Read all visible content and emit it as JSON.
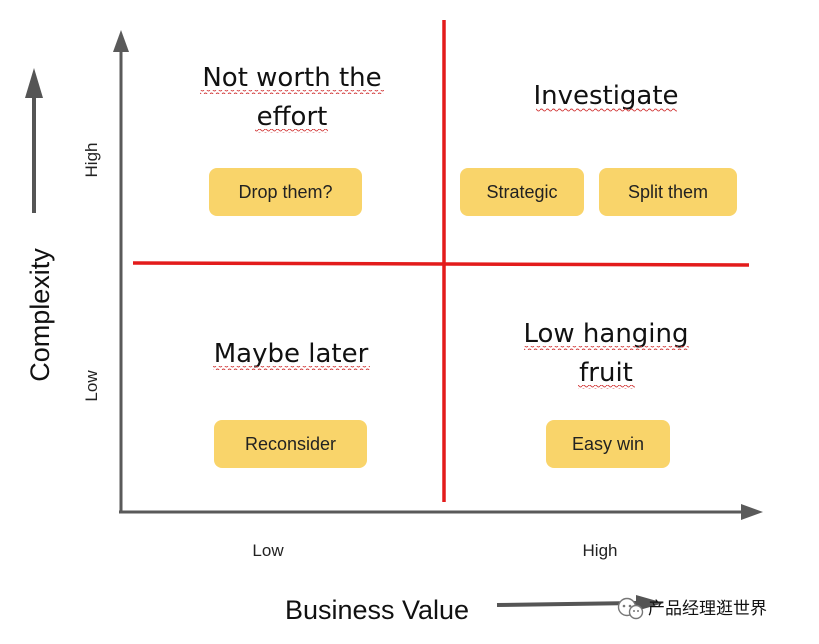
{
  "quadrants": {
    "top_left": {
      "title_lines": [
        "Not worth the",
        "effort"
      ],
      "items": [
        "Drop them?"
      ]
    },
    "top_right": {
      "title_lines": [
        "Investigate"
      ],
      "items": [
        "Strategic",
        "Split them"
      ]
    },
    "bottom_left": {
      "title_lines": [
        "Maybe later"
      ],
      "items": [
        "Reconsider"
      ]
    },
    "bottom_right": {
      "title_lines": [
        "Low hanging",
        "fruit"
      ],
      "items": [
        "Easy win"
      ]
    }
  },
  "y_axis": {
    "title": "Complexity",
    "high_label": "High",
    "low_label": "Low"
  },
  "x_axis": {
    "title": "Business Value",
    "low_label": "Low",
    "high_label": "High"
  },
  "watermark": {
    "text": "产品经理逛世界",
    "icon": "wechat-icon"
  },
  "colors": {
    "divider": "#e31b1b",
    "box_fill": "#f9d46a",
    "axis": "#5a5a5a"
  }
}
